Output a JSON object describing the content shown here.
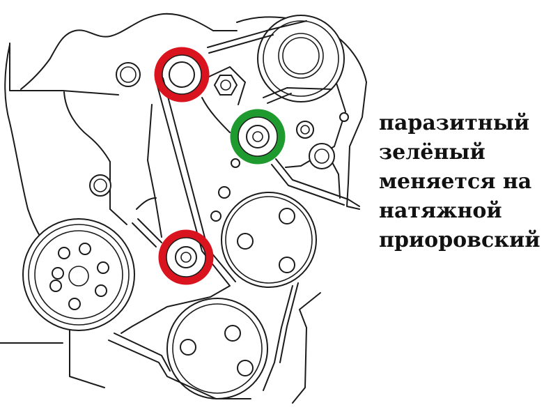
{
  "caption": {
    "lines": [
      "паразитный",
      "зелёный",
      "меняется на",
      "натяжной",
      "приоровский"
    ]
  },
  "highlights": {
    "red": "#d9141e",
    "green": "#1f9a2f"
  }
}
